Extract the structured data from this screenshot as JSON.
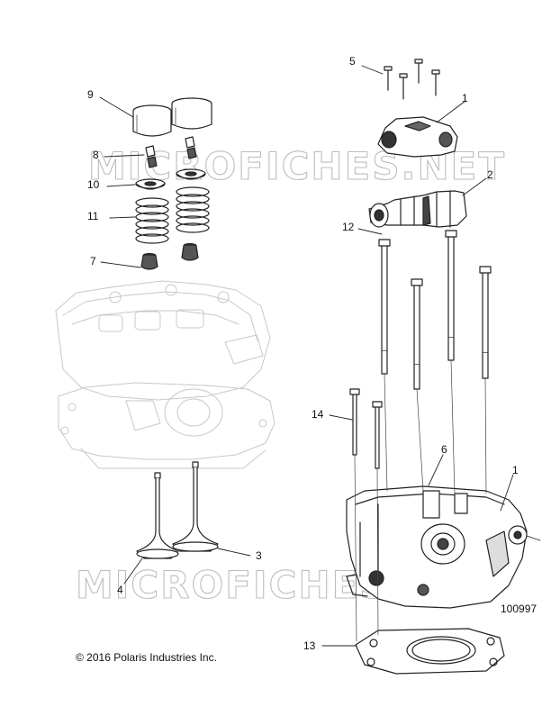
{
  "diagram": {
    "callouts": {
      "c1_top": "1",
      "c2": "2",
      "c3": "3",
      "c4": "4",
      "c5": "5",
      "c6": "6",
      "c7": "7",
      "c8": "8",
      "c9": "9",
      "c10": "10",
      "c11": "11",
      "c12": "12",
      "c13": "13",
      "c14": "14",
      "c1_bottom": "1"
    },
    "diagram_id": "100997",
    "copyright": "© 2016 Polaris Industries Inc.",
    "watermark": "MICROFICHES.NET"
  }
}
